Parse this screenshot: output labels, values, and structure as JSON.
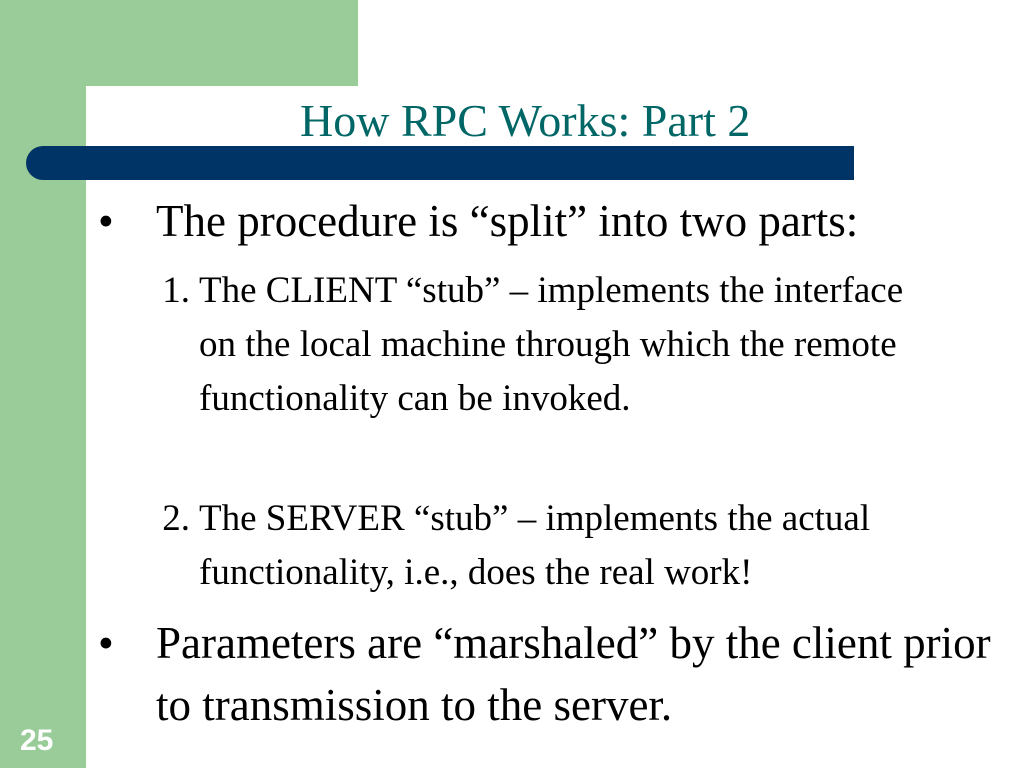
{
  "slide": {
    "title": "How RPC Works: Part 2",
    "number": "25",
    "colors": {
      "background": "#ffffff",
      "sidebar": "#99cc99",
      "title_bar": "#003366",
      "title_text": "#006666",
      "body_text": "#000000",
      "number_text": "#ffffff"
    }
  },
  "content": {
    "bullet_symbol": "•",
    "bullets": [
      {
        "text": "The procedure is “split” into two parts:"
      },
      {
        "text": "Parameters are “marshaled” by the client prior to transmission to the server."
      }
    ],
    "sub_items": [
      {
        "number": "1.",
        "text": "The CLIENT “stub” – implements the interface on the local machine through which the remote functionality can be invoked."
      },
      {
        "number": "2.",
        "text": "The SERVER “stub” – implements the actual functionality, i.e., does the real work!"
      }
    ]
  }
}
